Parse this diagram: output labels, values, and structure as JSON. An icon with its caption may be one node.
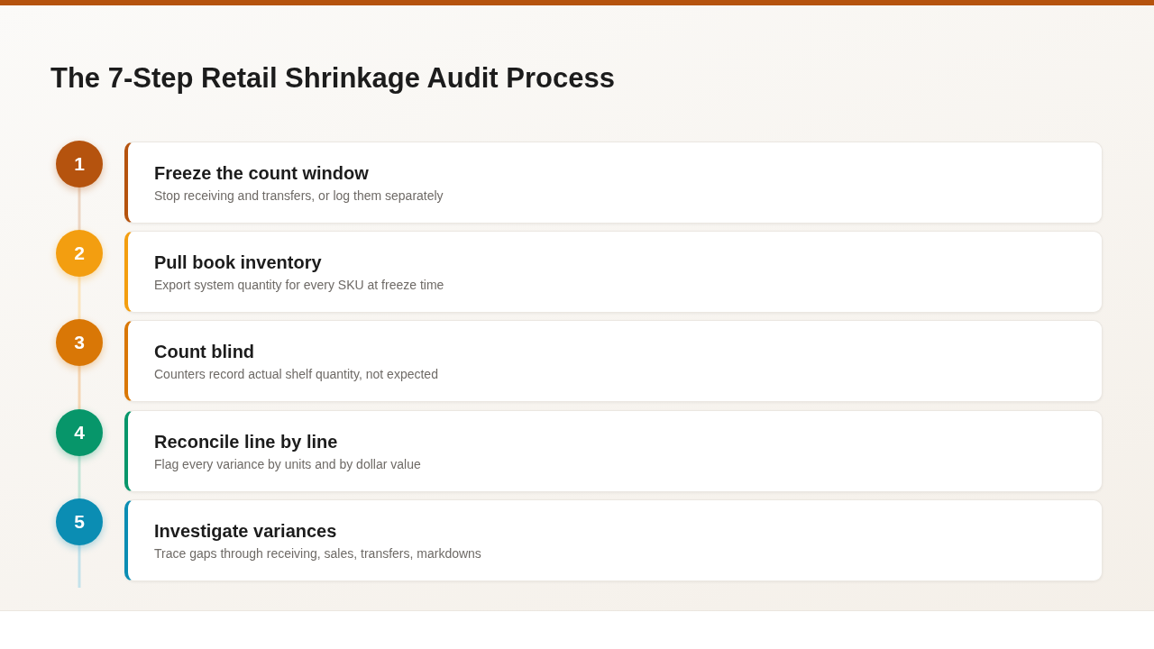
{
  "diagram": {
    "title": "The 7-Step Retail Shrinkage Audit Process",
    "nodes": [
      {
        "text": [
          "1"
        ]
      },
      {
        "text": [
          "Freeze the count window",
          "Stop receiving and transfers, or log them separately"
        ]
      },
      {
        "text": [
          "2"
        ]
      },
      {
        "text": [
          "Pull book inventory",
          "Export system quantity for every SKU at freeze time"
        ]
      },
      {
        "text": [
          "3"
        ]
      },
      {
        "text": [
          "Count blind",
          "Counters record actual shelf quantity, not expected"
        ]
      },
      {
        "text": [
          "4"
        ]
      },
      {
        "text": [
          "Reconcile line by line",
          "Flag every variance by units and by dollar value"
        ]
      },
      {
        "text": [
          "5"
        ]
      },
      {
        "text": [
          "Investigate variances",
          "Trace gaps through receiving, sales, transfers, markdowns"
        ]
      }
    ],
    "edges": [
      {
        "from": 0,
        "to": 2,
        "arrow": "none",
        "color": "#ecd6c4"
      },
      {
        "from": 2,
        "to": 4,
        "arrow": "none",
        "color": "#fbe5bf"
      },
      {
        "from": 4,
        "to": 6,
        "arrow": "none",
        "color": "#f4d6b4"
      },
      {
        "from": 6,
        "to": 8,
        "arrow": "none",
        "color": "#c6e6d9"
      },
      {
        "from": 8,
        "to": null,
        "arrow": "none",
        "color": "#c4e2ea"
      }
    ]
  }
}
